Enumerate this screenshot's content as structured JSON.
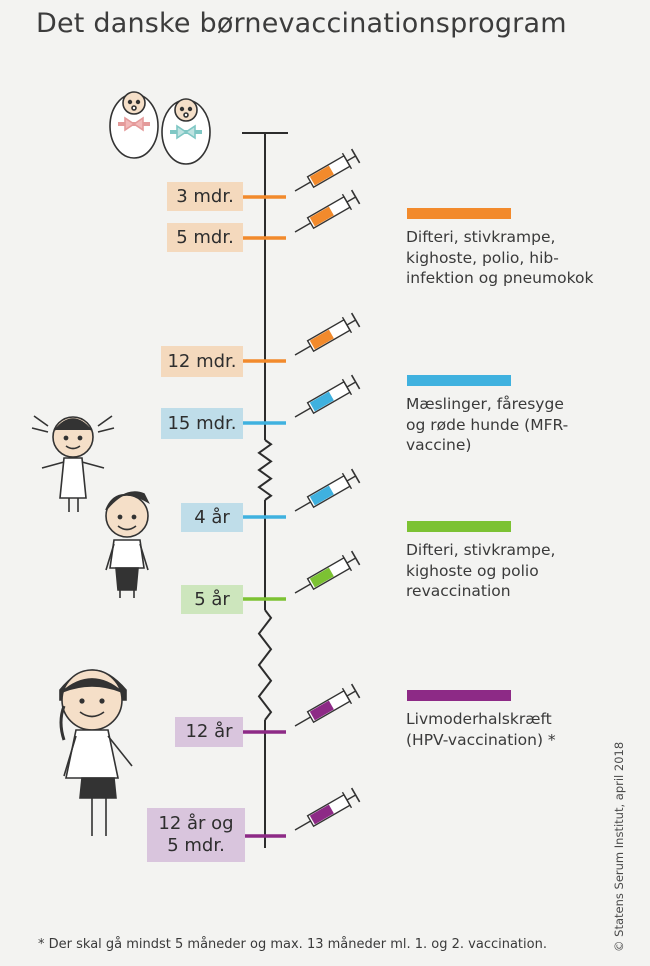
{
  "title": "Det danske børnevaccinationsprogram",
  "colors": {
    "dtp_hib_pneumo": "#f28a2c",
    "mfr": "#3fb1df",
    "dtp_revacc": "#7cc233",
    "hpv": "#8d2a86",
    "line": "#2c2c2c"
  },
  "legend": [
    {
      "color": "#f28a2c",
      "text": "Difteri, stivkrampe,\nkighoste, polio, hib-\ninfektion og pneumokok"
    },
    {
      "color": "#3fb1df",
      "text": "Mæslinger, fåresyge\nog røde hunde (MFR-\nvaccine)"
    },
    {
      "color": "#7cc233",
      "text": "Difteri, stivkrampe,\nkighoste og polio\nrevaccination"
    },
    {
      "color": "#8d2a86",
      "text": "Livmoderhalskræft\n(HPV-vaccination) *"
    }
  ],
  "schedule": [
    {
      "label": "3 mdr.",
      "color": "#f28a2c",
      "box": "#f4d9bd"
    },
    {
      "label": "5 mdr.",
      "color": "#f28a2c",
      "box": "#f4d9bd"
    },
    {
      "label": "12 mdr.",
      "color": "#f28a2c",
      "box": "#f4d9bd"
    },
    {
      "label": "15 mdr.",
      "color": "#3fb1df",
      "box": "#bfdde9"
    },
    {
      "label": "4 år",
      "color": "#3fb1df",
      "box": "#bfdde9"
    },
    {
      "label": "5 år",
      "color": "#7cc233",
      "box": "#cde6bd"
    },
    {
      "label": "12 år",
      "color": "#8d2a86",
      "box": "#d9c5dd"
    },
    {
      "label": "12 år og\n5 mdr.",
      "color": "#8d2a86",
      "box": "#d9c5dd"
    }
  ],
  "footnote": "* Der skal gå mindst 5 måneder og max. 13 måneder ml. 1. og 2. vaccination.",
  "credit": "© Statens Serum Institut, april 2018"
}
